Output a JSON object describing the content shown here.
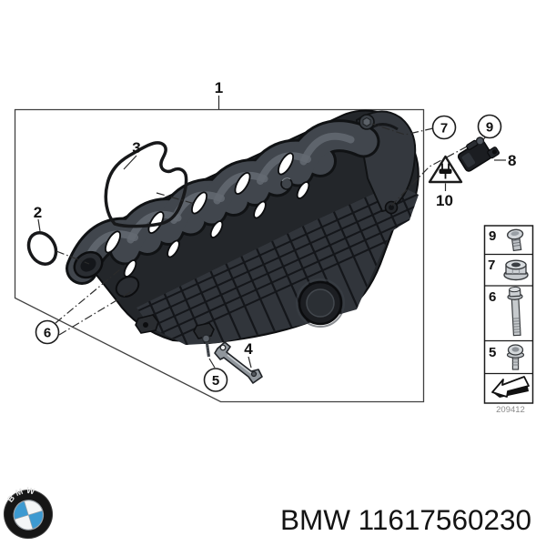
{
  "diagram": {
    "drawing_number": "209412",
    "callouts": {
      "n1": "1",
      "n2": "2",
      "n3": "3",
      "n4": "4",
      "n5": "5",
      "n6": "6",
      "n7": "7",
      "n8": "8",
      "n9": "9",
      "n10": "10"
    },
    "legend": {
      "items": [
        {
          "label": "9",
          "icon": "short-bolt-icon"
        },
        {
          "label": "7",
          "icon": "flange-nut-icon"
        },
        {
          "label": "6",
          "icon": "long-bolt-icon"
        },
        {
          "label": "5",
          "icon": "pan-head-screw-icon"
        },
        {
          "label": "",
          "icon": "direction-arrow-icon"
        }
      ]
    }
  },
  "footer": {
    "logo_text": "BMW",
    "part_label": "BMW 11617560230"
  },
  "colors": {
    "line": "#1b1b1b",
    "part_dark": "#23262a",
    "bmw_blue": "#3d9ad1"
  }
}
